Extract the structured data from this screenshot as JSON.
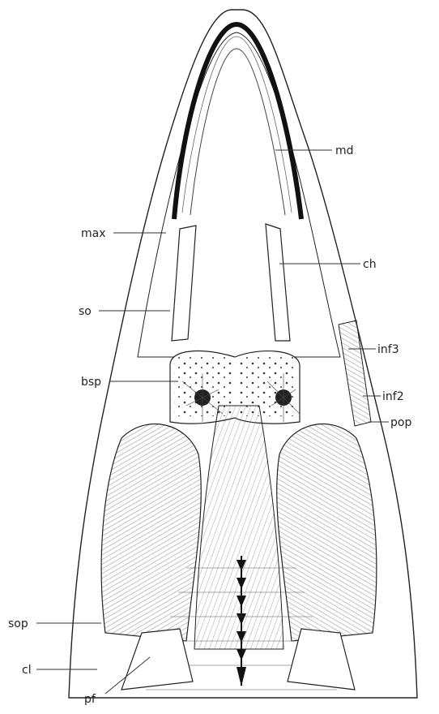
{
  "figure": {
    "labels": {
      "md": "md",
      "max": "max",
      "ch": "ch",
      "so": "so",
      "inf3": "inf3",
      "bsp": "bsp",
      "inf2": "inf2",
      "pop": "pop",
      "sop": "sop",
      "cl": "cl",
      "pf": "pf"
    }
  }
}
